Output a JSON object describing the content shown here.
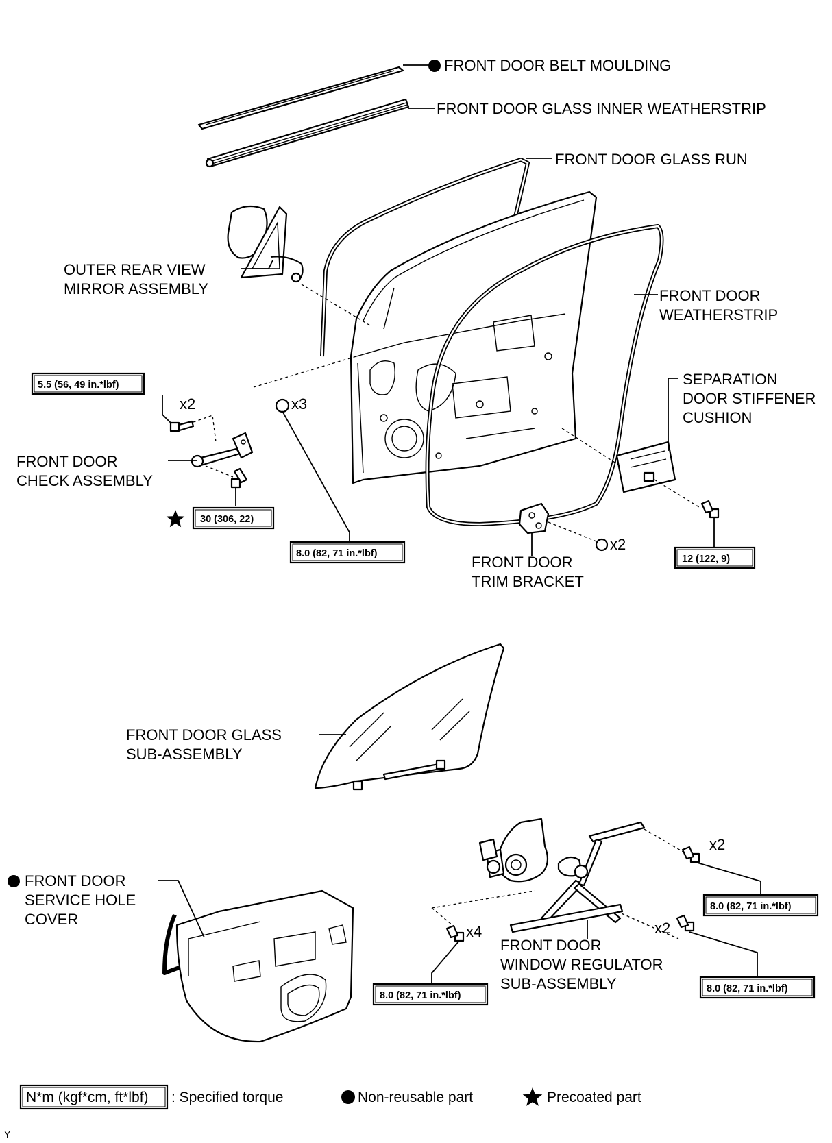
{
  "labels": {
    "belt_moulding": "FRONT DOOR BELT MOULDING",
    "inner_weatherstrip": "FRONT DOOR GLASS INNER WEATHERSTRIP",
    "glass_run": "FRONT DOOR GLASS RUN",
    "mirror_line1": "OUTER REAR VIEW",
    "mirror_line2": "MIRROR ASSEMBLY",
    "weatherstrip_line1": "FRONT DOOR",
    "weatherstrip_line2": "WEATHERSTRIP",
    "cushion_line1": "SEPARATION",
    "cushion_line2": "DOOR STIFFENER",
    "cushion_line3": "CUSHION",
    "check_line1": "FRONT DOOR",
    "check_line2": "CHECK ASSEMBLY",
    "trim_line1": "FRONT DOOR",
    "trim_line2": "TRIM BRACKET",
    "glass_line1": "FRONT DOOR GLASS",
    "glass_line2": "SUB-ASSEMBLY",
    "service_line1": "FRONT DOOR",
    "service_line2": "SERVICE HOLE",
    "service_line3": "COVER",
    "regulator_line1": "FRONT DOOR",
    "regulator_line2": "WINDOW REGULATOR",
    "regulator_line3": "SUB-ASSEMBLY"
  },
  "quantities": {
    "check_upper_bolts": "x2",
    "mirror_nuts": "x3",
    "trim_screws": "x2",
    "regulator_lower_bolts": "x4",
    "regulator_upper_bolts": "x2",
    "regulator_mid_bolts": "x2"
  },
  "torques": {
    "check_upper": "5.5 (56, 49 in.*lbf)",
    "check_lower": "30 (306, 22)",
    "mirror": "8.0 (82, 71 in.*lbf)",
    "cushion": "12 (122, 9)",
    "regulator_right_upper": "8.0 (82, 71 in.*lbf)",
    "regulator_left": "8.0 (82, 71 in.*lbf)",
    "regulator_right_lower": "8.0 (82, 71 in.*lbf)"
  },
  "legend": {
    "torque_units": "N*m (kgf*cm, ft*lbf)",
    "torque_desc": ": Specified torque",
    "nonreusable_desc": "Non-reusable part",
    "precoated_desc": "Precoated part"
  },
  "corner_mark": "Y",
  "symbol_names": {
    "nonreusable": "filled-circle-icon",
    "precoated": "star-icon"
  }
}
